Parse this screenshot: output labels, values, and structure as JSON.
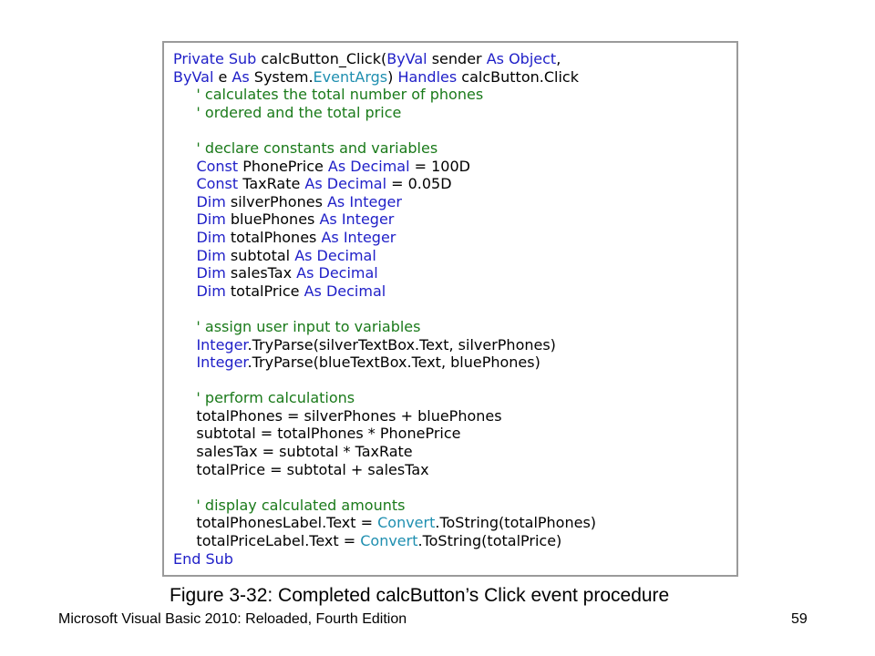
{
  "code": {
    "lines": [
      [
        {
          "t": "Private Sub",
          "c": "kw"
        },
        {
          "t": " calcButton_Click(",
          "c": ""
        },
        {
          "t": "ByVal",
          "c": "kw"
        },
        {
          "t": " sender ",
          "c": ""
        },
        {
          "t": "As Object",
          "c": "kw"
        },
        {
          "t": ",",
          "c": ""
        }
      ],
      [
        {
          "t": "ByVal",
          "c": "kw"
        },
        {
          "t": " e ",
          "c": ""
        },
        {
          "t": "As",
          "c": "kw"
        },
        {
          "t": " System.",
          "c": ""
        },
        {
          "t": "EventArgs",
          "c": "ty"
        },
        {
          "t": ") ",
          "c": ""
        },
        {
          "t": "Handles",
          "c": "kw"
        },
        {
          "t": " calcButton.Click",
          "c": ""
        }
      ],
      [
        {
          "t": "     ' calculates the total number of phones",
          "c": "cm"
        }
      ],
      [
        {
          "t": "     ' ordered and the total price",
          "c": "cm"
        }
      ],
      [
        {
          "t": "",
          "c": ""
        }
      ],
      [
        {
          "t": "     ' declare constants and variables",
          "c": "cm"
        }
      ],
      [
        {
          "t": "     ",
          "c": ""
        },
        {
          "t": "Const",
          "c": "kw"
        },
        {
          "t": " PhonePrice ",
          "c": ""
        },
        {
          "t": "As Decimal",
          "c": "kw"
        },
        {
          "t": " = 100D",
          "c": ""
        }
      ],
      [
        {
          "t": "     ",
          "c": ""
        },
        {
          "t": "Const",
          "c": "kw"
        },
        {
          "t": " TaxRate ",
          "c": ""
        },
        {
          "t": "As Decimal",
          "c": "kw"
        },
        {
          "t": " = 0.05D",
          "c": ""
        }
      ],
      [
        {
          "t": "     ",
          "c": ""
        },
        {
          "t": "Dim",
          "c": "kw"
        },
        {
          "t": " silverPhones ",
          "c": ""
        },
        {
          "t": "As Integer",
          "c": "kw"
        }
      ],
      [
        {
          "t": "     ",
          "c": ""
        },
        {
          "t": "Dim",
          "c": "kw"
        },
        {
          "t": " bluePhones ",
          "c": ""
        },
        {
          "t": "As Integer",
          "c": "kw"
        }
      ],
      [
        {
          "t": "     ",
          "c": ""
        },
        {
          "t": "Dim",
          "c": "kw"
        },
        {
          "t": " totalPhones ",
          "c": ""
        },
        {
          "t": "As Integer",
          "c": "kw"
        }
      ],
      [
        {
          "t": "     ",
          "c": ""
        },
        {
          "t": "Dim",
          "c": "kw"
        },
        {
          "t": " subtotal ",
          "c": ""
        },
        {
          "t": "As Decimal",
          "c": "kw"
        }
      ],
      [
        {
          "t": "     ",
          "c": ""
        },
        {
          "t": "Dim",
          "c": "kw"
        },
        {
          "t": " salesTax ",
          "c": ""
        },
        {
          "t": "As Decimal",
          "c": "kw"
        }
      ],
      [
        {
          "t": "     ",
          "c": ""
        },
        {
          "t": "Dim",
          "c": "kw"
        },
        {
          "t": " totalPrice ",
          "c": ""
        },
        {
          "t": "As Decimal",
          "c": "kw"
        }
      ],
      [
        {
          "t": "",
          "c": ""
        }
      ],
      [
        {
          "t": "     ' assign user input to variables",
          "c": "cm"
        }
      ],
      [
        {
          "t": "     ",
          "c": ""
        },
        {
          "t": "Integer",
          "c": "kw"
        },
        {
          "t": ".TryParse(silverTextBox.Text, silverPhones)",
          "c": ""
        }
      ],
      [
        {
          "t": "     ",
          "c": ""
        },
        {
          "t": "Integer",
          "c": "kw"
        },
        {
          "t": ".TryParse(blueTextBox.Text, bluePhones)",
          "c": ""
        }
      ],
      [
        {
          "t": "",
          "c": ""
        }
      ],
      [
        {
          "t": "     ' perform calculations",
          "c": "cm"
        }
      ],
      [
        {
          "t": "     totalPhones = silverPhones + bluePhones",
          "c": ""
        }
      ],
      [
        {
          "t": "     subtotal = totalPhones * PhonePrice",
          "c": ""
        }
      ],
      [
        {
          "t": "     salesTax = subtotal * TaxRate",
          "c": ""
        }
      ],
      [
        {
          "t": "     totalPrice = subtotal + salesTax",
          "c": ""
        }
      ],
      [
        {
          "t": "",
          "c": ""
        }
      ],
      [
        {
          "t": "     ' display calculated amounts",
          "c": "cm"
        }
      ],
      [
        {
          "t": "     totalPhonesLabel.Text = ",
          "c": ""
        },
        {
          "t": "Convert",
          "c": "ty"
        },
        {
          "t": ".ToString(totalPhones)",
          "c": ""
        }
      ],
      [
        {
          "t": "     totalPriceLabel.Text = ",
          "c": ""
        },
        {
          "t": "Convert",
          "c": "ty"
        },
        {
          "t": ".ToString(totalPrice)",
          "c": ""
        }
      ],
      [
        {
          "t": "End Sub",
          "c": "kw"
        }
      ]
    ]
  },
  "caption": "Figure 3-32: Completed calcButton’s Click event procedure",
  "footer": {
    "book_title": "Microsoft Visual Basic 2010: Reloaded, Fourth Edition",
    "page_number": "59"
  },
  "colors": {
    "keyword": "#2020c8",
    "comment": "#1a7a1a",
    "type": "#1f8fb0",
    "border": "#9a9a9a"
  }
}
